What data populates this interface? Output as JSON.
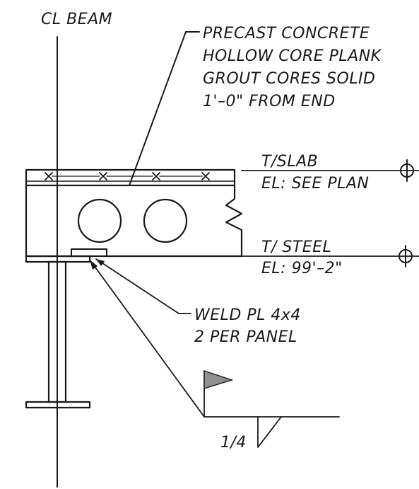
{
  "drawing": {
    "centerline_label": "CL BEAM",
    "plank_note": [
      "PRECAST CONCRETE",
      "HOLLOW CORE PLANK",
      "GROUT CORES SOLID",
      "1'–0\" FROM END"
    ],
    "slab_elevation": {
      "top": "T/SLAB",
      "bottom": "EL: SEE PLAN"
    },
    "steel_elevation": {
      "top": "T/ STEEL",
      "bottom": "EL: 99'–2\""
    },
    "weld_note": [
      "WELD PL 4x4",
      "2 PER PANEL"
    ],
    "weld_size": "1/4",
    "icons": {
      "elevation_marker": "elevation-target-icon",
      "field_weld_flag": "field-weld-flag-icon",
      "fillet_weld": "fillet-weld-symbol-icon"
    },
    "line_color": "#1a1a1a"
  }
}
